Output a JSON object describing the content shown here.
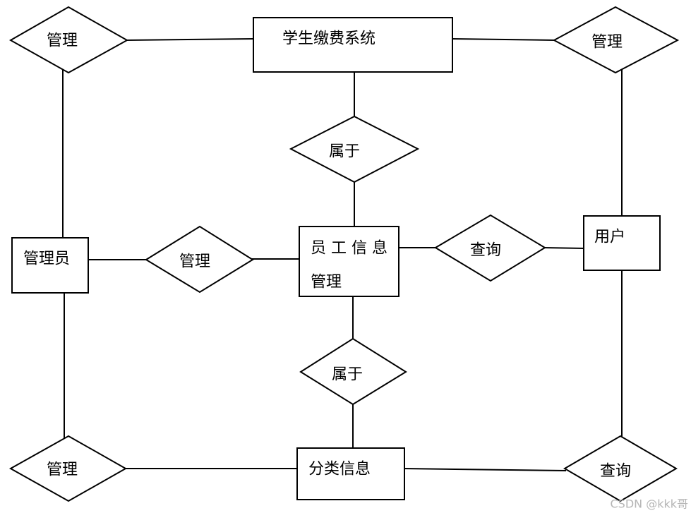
{
  "diagram": {
    "entities": {
      "student_fee_system": "学生缴费系统",
      "administrator": "管理员",
      "employee_info": [
        "员 工 信 息",
        "管理"
      ],
      "user": "用户",
      "category_info": "分类信息"
    },
    "relationships": {
      "system_admin_manage": "管理",
      "system_user_manage": "管理",
      "employee_system_belongs": "属于",
      "admin_employee_manage": "管理",
      "user_employee_query": "查询",
      "category_employee_belongs": "属于",
      "admin_category_manage": "管理",
      "user_category_query": "查询"
    }
  },
  "watermark": "CSDN @kkk哥"
}
